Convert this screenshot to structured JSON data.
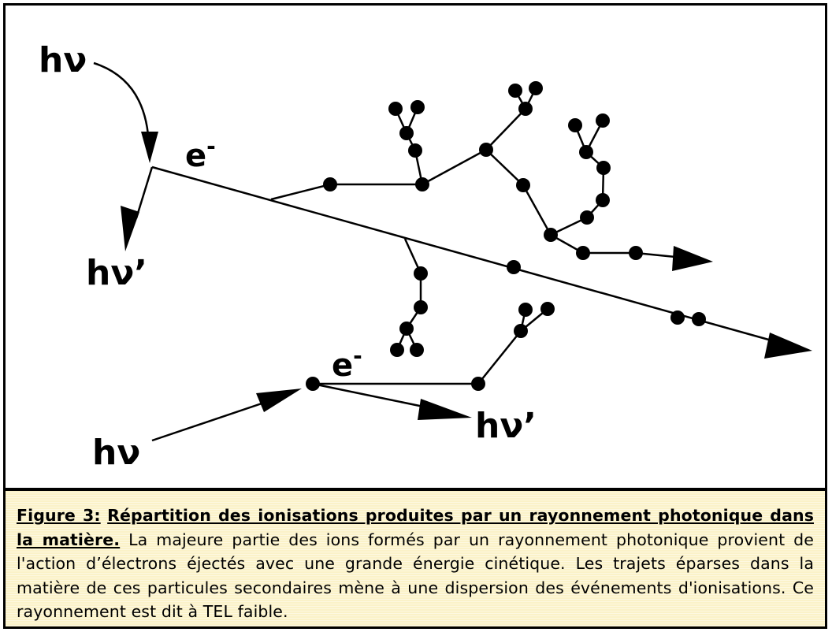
{
  "diagram": {
    "labels": {
      "photon_in_top": "hν",
      "photon_scattered_top": "hν’",
      "electron_top": "e-",
      "photon_in_bottom": "hν",
      "photon_scattered_bottom": "hν’",
      "electron_bottom": "e-"
    }
  },
  "caption": {
    "figure_label": "Figure 3:",
    "title": "Répartition des ionisations produites par un rayonnement photonique dans la matière.",
    "body": "La majeure partie des ions formés par un rayonnement photonique provient de l'action d’électrons éjectés avec une grande énergie cinétique. Les trajets éparses dans la matière de ces particules secondaires mène à une dispersion des événements d'ionisations. Ce rayonnement est dit à TEL faible."
  }
}
